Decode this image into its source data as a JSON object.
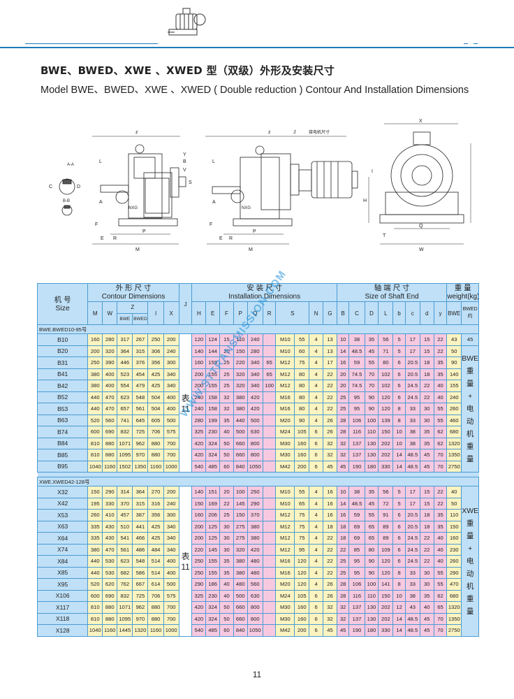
{
  "page": {
    "title_cn": "BWE、BWED、XWE 、XWED 型（双级）外形及安装尺寸",
    "title_en": "Model BWE、BWED、XWE 、XWED ( Double reduction ) Contour And Installation Dimensions",
    "page_number": "11",
    "watermark": "WWW.STTRANSMISSION.COM"
  },
  "drawing_labels": {
    "section_aa": "A-A",
    "section_bb": "B-B",
    "z": "z",
    "x": "X",
    "j": "J",
    "motor_size": "接电机尺寸",
    "nxg": "NXG",
    "m": "M",
    "p": "P",
    "e": "E",
    "r": "R",
    "f": "F",
    "i": "I",
    "h": "H",
    "q": "Q",
    "w": "W",
    "t": "T",
    "l": "L",
    "a": "A",
    "b": "B",
    "c": "C",
    "d": "D",
    "s": "S",
    "y": "Y",
    "v": "V"
  },
  "table": {
    "header": {
      "model_cn": "机 号",
      "model_en": "Size",
      "contour_cn": "外 形 尺 寸",
      "contour_en": "Contour Dimensions",
      "install_cn": "安 装 尺 寸",
      "install_en": "Installation Dimensions",
      "shaft_cn": "轴 端 尺 寸",
      "shaft_en": "Size of Shaft End",
      "weight_cn": "重 量",
      "weight_en": "weight(kg)",
      "cols_contour_a": [
        "M",
        "W"
      ],
      "z": "Z",
      "z_sub": [
        "BWE",
        "BWED"
      ],
      "cols_contour_b": [
        "I",
        "X"
      ],
      "j": "J",
      "cols_install": [
        "H",
        "E",
        "F",
        "P",
        "Q",
        "R",
        "S",
        "N",
        "G"
      ],
      "cols_shaft": [
        "B",
        "C",
        "D",
        "L",
        "b",
        "c",
        "d",
        "y"
      ],
      "weight_sub": [
        "BWE",
        "BWED\n约"
      ]
    },
    "section1_label": "BWE.BWED10-95号",
    "section2_label": "XWE.XWED42-128号",
    "j_note": "表\n11",
    "note1": "BWE\n重\n量\n+\n电\n动\n机\n重\n量",
    "note2": "XWE\n重\n量\n+\n电\n动\n机\n重\n量",
    "section1_rows": [
      [
        "B10",
        "160",
        "280",
        "317",
        "267",
        "250",
        "200",
        "120",
        "124",
        "15",
        "110",
        "240",
        "",
        "M10",
        "55",
        "4",
        "13",
        "10",
        "38",
        "35",
        "56",
        "5",
        "17",
        "15",
        "22",
        "43",
        "45"
      ],
      [
        "B20",
        "200",
        "320",
        "364",
        "315",
        "306",
        "240",
        "140",
        "144",
        "20",
        "150",
        "280",
        "",
        "M10",
        "60",
        "4",
        "13",
        "14",
        "48.5",
        "45",
        "71",
        "5",
        "17",
        "15",
        "22",
        "50",
        ""
      ],
      [
        "B31",
        "250",
        "390",
        "446",
        "376",
        "356",
        "300",
        "160",
        "159",
        "25",
        "220",
        "340",
        "65",
        "M12",
        "75",
        "4",
        "17",
        "16",
        "59",
        "55",
        "80",
        "6",
        "20.5",
        "18",
        "35",
        "90",
        ""
      ],
      [
        "B41",
        "380",
        "400",
        "523",
        "454",
        "425",
        "340",
        "200",
        "155",
        "25",
        "320",
        "340",
        "65",
        "M12",
        "80",
        "4",
        "22",
        "20",
        "74.5",
        "70",
        "102",
        "6",
        "20.5",
        "18",
        "35",
        "140",
        ""
      ],
      [
        "B42",
        "380",
        "400",
        "554",
        "479",
        "425",
        "340",
        "200",
        "155",
        "25",
        "320",
        "340",
        "100",
        "M12",
        "80",
        "4",
        "22",
        "20",
        "74.5",
        "70",
        "102",
        "6",
        "24.5",
        "22",
        "40",
        "155",
        ""
      ],
      [
        "B52",
        "440",
        "470",
        "623",
        "548",
        "504",
        "400",
        "240",
        "158",
        "32",
        "380",
        "420",
        "",
        "M16",
        "80",
        "4",
        "22",
        "25",
        "95",
        "90",
        "120",
        "6",
        "24.5",
        "22",
        "40",
        "240",
        ""
      ],
      [
        "B53",
        "440",
        "470",
        "657",
        "561",
        "504",
        "400",
        "240",
        "158",
        "32",
        "380",
        "420",
        "",
        "M16",
        "80",
        "4",
        "22",
        "25",
        "95",
        "90",
        "120",
        "8",
        "33",
        "30",
        "55",
        "260",
        ""
      ],
      [
        "B63",
        "520",
        "560",
        "741",
        "645",
        "605",
        "500",
        "280",
        "199",
        "35",
        "440",
        "500",
        "",
        "M20",
        "90",
        "4",
        "26",
        "28",
        "106",
        "100",
        "139",
        "8",
        "33",
        "30",
        "55",
        "460",
        ""
      ],
      [
        "B74",
        "600",
        "690",
        "832",
        "725",
        "706",
        "575",
        "325",
        "230",
        "40",
        "500",
        "630",
        "",
        "M24",
        "105",
        "6",
        "26",
        "28",
        "116",
        "110",
        "150",
        "10",
        "38",
        "35",
        "62",
        "680",
        ""
      ],
      [
        "B84",
        "810",
        "880",
        "1071",
        "962",
        "880",
        "700",
        "420",
        "324",
        "50",
        "660",
        "800",
        "",
        "M30",
        "160",
        "6",
        "32",
        "32",
        "137",
        "130",
        "202",
        "10",
        "38",
        "35",
        "62",
        "1320",
        ""
      ],
      [
        "B85",
        "810",
        "880",
        "1095",
        "970",
        "880",
        "700",
        "420",
        "324",
        "50",
        "660",
        "800",
        "",
        "M30",
        "160",
        "6",
        "32",
        "32",
        "137",
        "130",
        "202",
        "14",
        "48.5",
        "45",
        "70",
        "1350",
        ""
      ],
      [
        "B95",
        "1040",
        "1160",
        "1502",
        "1350",
        "1160",
        "1000",
        "540",
        "485",
        "60",
        "840",
        "1050",
        "",
        "M42",
        "200",
        "6",
        "45",
        "45",
        "190",
        "180",
        "330",
        "14",
        "48.5",
        "45",
        "70",
        "2750",
        ""
      ]
    ],
    "section2_rows": [
      [
        "X32",
        "150",
        "290",
        "314",
        "364",
        "270",
        "200",
        "140",
        "151",
        "20",
        "100",
        "250",
        "",
        "M10",
        "55",
        "4",
        "16",
        "10",
        "38",
        "35",
        "56",
        "5",
        "17",
        "15",
        "22",
        "40"
      ],
      [
        "X42",
        "195",
        "330",
        "370",
        "315",
        "316",
        "240",
        "150",
        "169",
        "22",
        "145",
        "290",
        "",
        "M10",
        "65",
        "4",
        "16",
        "14",
        "48.5",
        "45",
        "72",
        "5",
        "17",
        "15",
        "22",
        "50"
      ],
      [
        "X53",
        "260",
        "410",
        "457",
        "387",
        "356",
        "300",
        "160",
        "206",
        "25",
        "150",
        "370",
        "",
        "M12",
        "75",
        "4",
        "16",
        "16",
        "59",
        "55",
        "91",
        "6",
        "20.5",
        "18",
        "35",
        "110"
      ],
      [
        "X63",
        "335",
        "430",
        "510",
        "441",
        "425",
        "340",
        "200",
        "125",
        "30",
        "275",
        "380",
        "",
        "M12",
        "75",
        "4",
        "18",
        "18",
        "69",
        "65",
        "89",
        "6",
        "20.5",
        "18",
        "35",
        "150"
      ],
      [
        "X64",
        "335",
        "430",
        "541",
        "466",
        "425",
        "340",
        "200",
        "125",
        "30",
        "275",
        "380",
        "",
        "M12",
        "75",
        "4",
        "22",
        "18",
        "69",
        "65",
        "89",
        "6",
        "24.5",
        "22",
        "40",
        "160"
      ],
      [
        "X74",
        "380",
        "470",
        "561",
        "486",
        "484",
        "340",
        "220",
        "145",
        "30",
        "320",
        "420",
        "",
        "M12",
        "95",
        "4",
        "22",
        "22",
        "85",
        "80",
        "109",
        "6",
        "24.5",
        "22",
        "40",
        "230"
      ],
      [
        "X84",
        "440",
        "530",
        "623",
        "548",
        "514",
        "400",
        "250",
        "155",
        "35",
        "380",
        "480",
        "",
        "M16",
        "120",
        "4",
        "22",
        "25",
        "95",
        "90",
        "120",
        "6",
        "24.5",
        "22",
        "40",
        "260"
      ],
      [
        "X85",
        "440",
        "530",
        "682",
        "586",
        "514",
        "400",
        "250",
        "155",
        "35",
        "380",
        "480",
        "",
        "M16",
        "120",
        "4",
        "22",
        "25",
        "95",
        "90",
        "120",
        "8",
        "33",
        "30",
        "55",
        "290"
      ],
      [
        "X95",
        "520",
        "620",
        "762",
        "667",
        "614",
        "500",
        "290",
        "186",
        "40",
        "480",
        "560",
        "",
        "M20",
        "120",
        "4",
        "26",
        "28",
        "106",
        "100",
        "141",
        "8",
        "33",
        "30",
        "55",
        "470"
      ],
      [
        "X106",
        "600",
        "690",
        "832",
        "725",
        "706",
        "575",
        "325",
        "230",
        "40",
        "500",
        "630",
        "",
        "M24",
        "105",
        "6",
        "26",
        "28",
        "116",
        "110",
        "150",
        "10",
        "38",
        "35",
        "62",
        "680"
      ],
      [
        "X117",
        "810",
        "880",
        "1071",
        "962",
        "880",
        "700",
        "420",
        "324",
        "50",
        "660",
        "800",
        "",
        "M30",
        "160",
        "6",
        "32",
        "32",
        "137",
        "130",
        "202",
        "12",
        "43",
        "40",
        "65",
        "1320"
      ],
      [
        "X118",
        "810",
        "880",
        "1095",
        "970",
        "880",
        "700",
        "420",
        "324",
        "50",
        "660",
        "800",
        "",
        "M30",
        "160",
        "6",
        "32",
        "32",
        "137",
        "130",
        "202",
        "14",
        "48.5",
        "45",
        "70",
        "1350"
      ],
      [
        "X128",
        "1040",
        "1160",
        "1445",
        "1320",
        "1160",
        "1000",
        "540",
        "485",
        "60",
        "840",
        "1050",
        "",
        "M42",
        "200",
        "6",
        "45",
        "45",
        "190",
        "180",
        "330",
        "14",
        "48.5",
        "45",
        "70",
        "2750"
      ]
    ]
  },
  "colors": {
    "accent": "#1f7ab8",
    "header_bg": "#bfe0f7",
    "yellow": "#fbf4c0",
    "pink": "#f7c9e1",
    "grid": "#4b9bd3"
  }
}
